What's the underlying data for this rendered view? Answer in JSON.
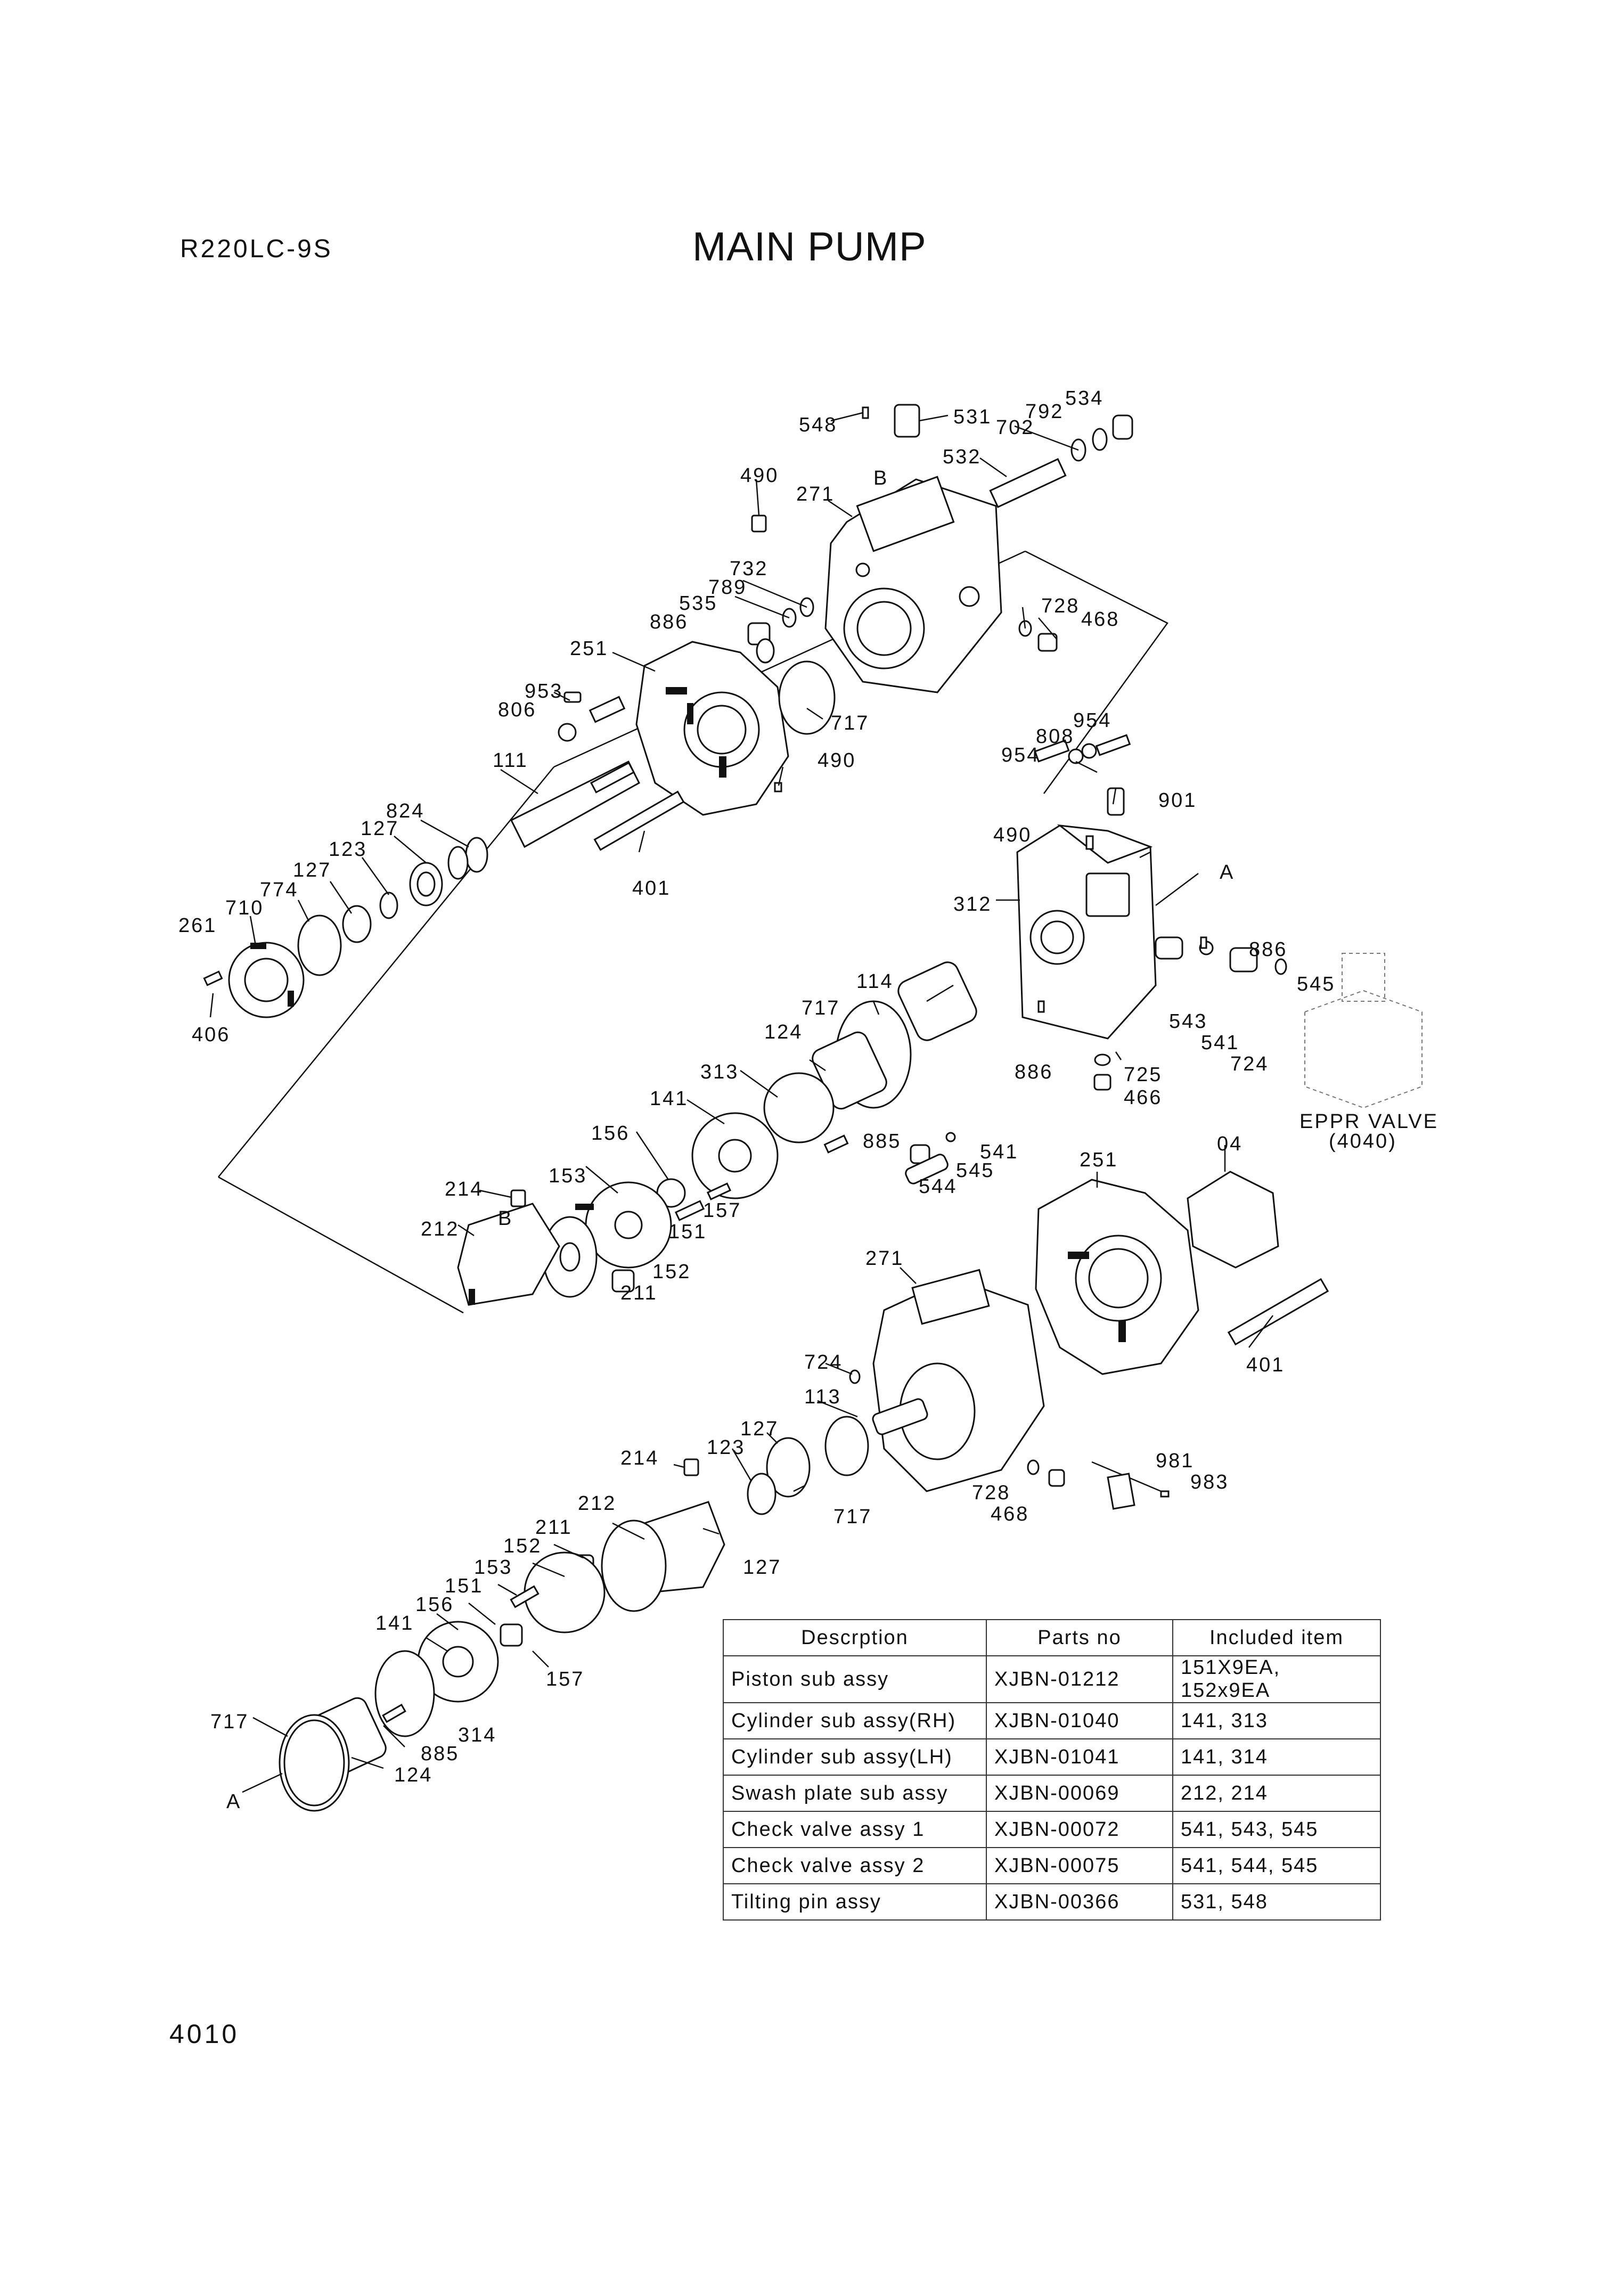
{
  "header": {
    "model": "R220LC-9S",
    "title": "MAIN PUMP"
  },
  "footer": {
    "page_number": "4010"
  },
  "callouts": {
    "c548": "548",
    "c531": "531",
    "c534": "534",
    "c792": "792",
    "c702": "702",
    "c532": "532",
    "c490a": "490",
    "cB1": "B",
    "c271a": "271",
    "c732": "732",
    "c789": "789",
    "c535": "535",
    "c886a": "886",
    "c728a": "728",
    "c468a": "468",
    "c251a": "251",
    "c953": "953",
    "c806": "806",
    "c717a": "717",
    "c490b": "490",
    "c111": "111",
    "c824": "824",
    "c127a": "127",
    "c123a": "123",
    "c127b": "127",
    "c774": "774",
    "c710": "710",
    "c261": "261",
    "c406": "406",
    "c401a": "401",
    "c954a": "954",
    "c808": "808",
    "c954b": "954",
    "c901": "901",
    "c490c": "490",
    "cA1": "A",
    "c312": "312",
    "c886b": "886",
    "c545a": "545",
    "c543": "543",
    "c541a": "541",
    "c724a": "724",
    "c725": "725",
    "c466": "466",
    "c886c": "886",
    "c114": "114",
    "c717b": "717",
    "c124a": "124",
    "c313": "313",
    "c141a": "141",
    "c885a": "885",
    "c156a": "156",
    "c541b": "541",
    "c545b": "545",
    "c544": "544",
    "c214a": "214",
    "cB2": "B",
    "c153a": "153",
    "c157a": "157",
    "c212a": "212",
    "c151a": "151",
    "c152a": "152",
    "c211a": "211",
    "c251b": "251",
    "c04": "04",
    "c271b": "271",
    "c401b": "401",
    "c724b": "724",
    "c113": "113",
    "c127c": "127",
    "c214b": "214",
    "c123b": "123",
    "c717c": "717",
    "c728b": "728",
    "c468b": "468",
    "c981": "981",
    "c983": "983",
    "c212b": "212",
    "c211b": "211",
    "c152b": "152",
    "c153b": "153",
    "c127d": "127",
    "c151b": "151",
    "c156b": "156",
    "c141b": "141",
    "c157b": "157",
    "c717d": "717",
    "c314": "314",
    "c885b": "885",
    "c124b": "124",
    "cA2": "A"
  },
  "eppr": {
    "label": "EPPR VALVE",
    "ref": "(4040)"
  },
  "parts_table": {
    "headers": [
      "Descrption",
      "Parts no",
      "Included item"
    ],
    "rows": [
      [
        "Piston sub assy",
        "XJBN-01212",
        "151X9EA, 152x9EA"
      ],
      [
        "Cylinder sub assy(RH)",
        "XJBN-01040",
        "141, 313"
      ],
      [
        "Cylinder sub assy(LH)",
        "XJBN-01041",
        "141, 314"
      ],
      [
        "Swash plate sub assy",
        "XJBN-00069",
        "212, 214"
      ],
      [
        "Check valve assy 1",
        "XJBN-00072",
        "541, 543, 545"
      ],
      [
        "Check valve assy 2",
        "XJBN-00075",
        "541, 544, 545"
      ],
      [
        "Tilting pin assy",
        "XJBN-00366",
        "531, 548"
      ]
    ]
  }
}
